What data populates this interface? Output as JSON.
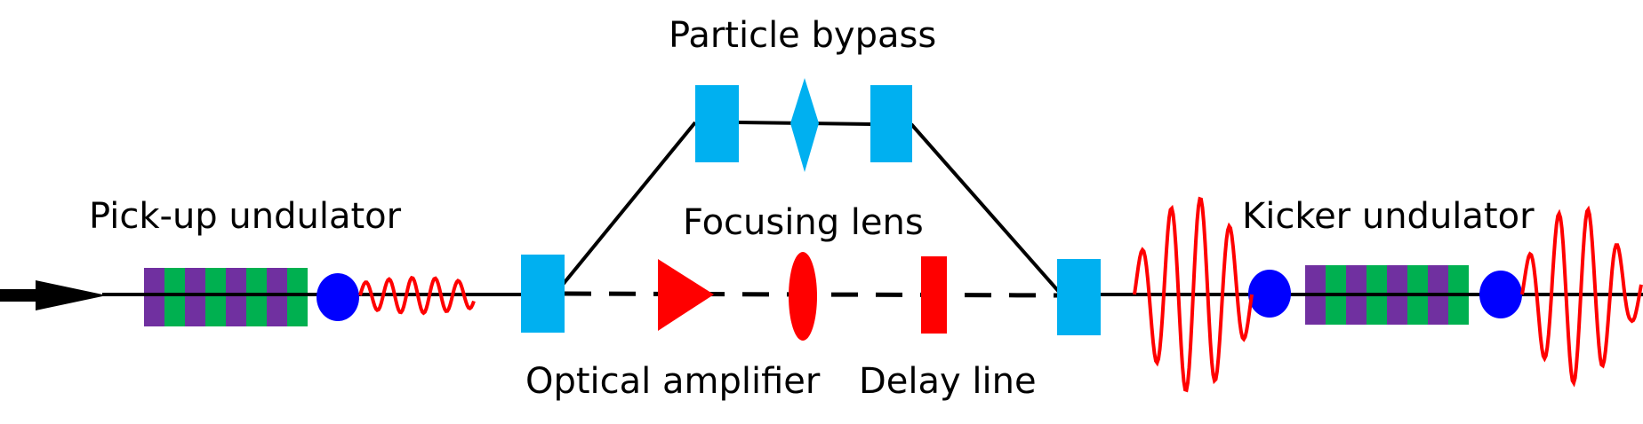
{
  "labels": {
    "particle_bypass": "Particle bypass",
    "pickup_undulator": "Pick-up undulator",
    "focusing_lens": "Focusing lens",
    "kicker_undulator": "Kicker undulator",
    "optical_amplifier": "Optical amplifier",
    "delay_line": "Delay line"
  },
  "colors": {
    "magnet": "#00b0f0",
    "optics": "#ff0000",
    "particle": "#0000ff",
    "undulator_purple": "#7030a0",
    "undulator_green": "#00b050",
    "wave": "#ff0000",
    "beamline": "#000000"
  }
}
